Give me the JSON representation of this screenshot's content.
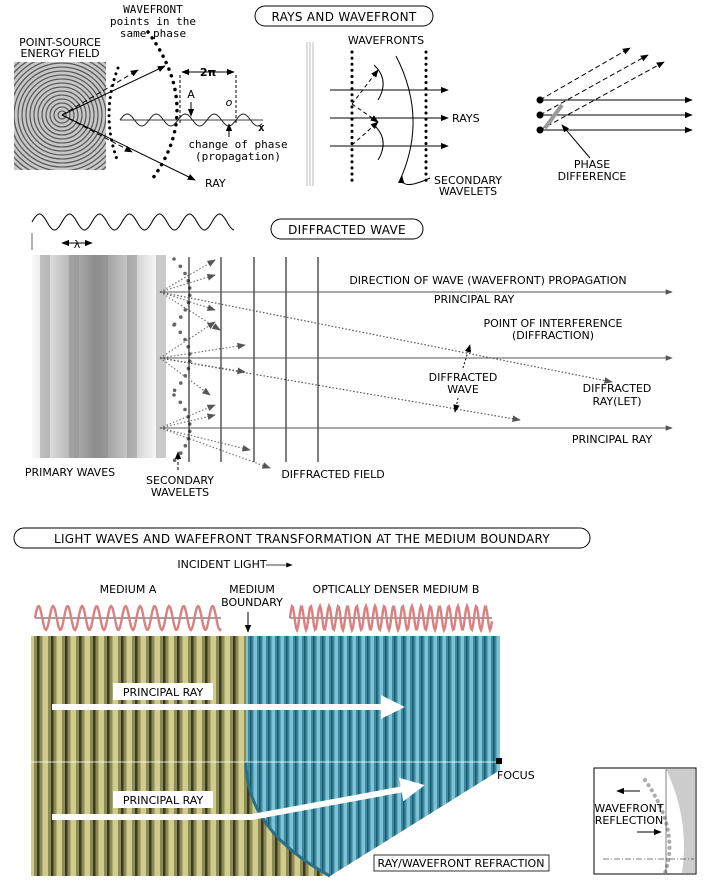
{
  "section1": {
    "title": "RAYS AND WAVEFRONT",
    "source_label": [
      "POINT-SOURCE",
      "ENERGY FIELD"
    ],
    "wavefront_label": [
      "WAVEFRONT",
      "points in the",
      "same phase"
    ],
    "two_pi": "2π",
    "point_a": "A",
    "point_o": "o",
    "axis_x": "x",
    "phase_change": [
      "change of phase",
      "(propagation)"
    ],
    "ray_label": "RAY",
    "wavefronts_label": "WAVEFRONTS",
    "rays_label": "RAYS",
    "secondary_wavelets": [
      "SECONDARY",
      "WAVELETS"
    ],
    "phase_difference": [
      "PHASE",
      "DIFFERENCE"
    ]
  },
  "section2": {
    "title": "DIFFRACTED WAVE",
    "lambda": "λ",
    "direction": "DIRECTION OF WAVE (WAVEFRONT) PROPAGATION",
    "principal_ray_top": "PRINCIPAL RAY",
    "interference": [
      "POINT OF INTERFERENCE",
      "(DIFFRACTION)"
    ],
    "diffracted_wave": [
      "DIFFRACTED",
      "WAVE"
    ],
    "diffracted_ray": [
      "DIFFRACTED",
      "RAY(LET)"
    ],
    "principal_ray_bottom": "PRINCIPAL RAY",
    "primary_waves": "PRIMARY WAVES",
    "secondary_wavelets": [
      "SECONDARY",
      "WAVELETS"
    ],
    "diffracted_field": "DIFFRACTED FIELD"
  },
  "section3": {
    "title": "LIGHT WAVES AND WAFEFRONT TRANSFORMATION AT THE MEDIUM BOUNDARY",
    "incident_light": "INCIDENT LIGHT",
    "medium_a": "MEDIUM A",
    "boundary": [
      "MEDIUM",
      "BOUNDARY"
    ],
    "medium_b": "OPTICALLY DENSER MEDIUM B",
    "principal_ray_1": "PRINCIPAL RAY",
    "principal_ray_2": "PRINCIPAL RAY",
    "focus": "FOCUS",
    "refraction": "RAY/WAVEFRONT REFRACTION",
    "reflection": [
      "WAVEFRONT",
      "REFLECTION"
    ]
  },
  "colors": {
    "wave_red": "#d98080",
    "medium_a_light": "#f4f2c8",
    "medium_a_dark": "#3c3a1e",
    "medium_b_light": "#bfe8f0",
    "medium_b_dark": "#1c5a6e",
    "focus_label": "#1c3a8c"
  }
}
